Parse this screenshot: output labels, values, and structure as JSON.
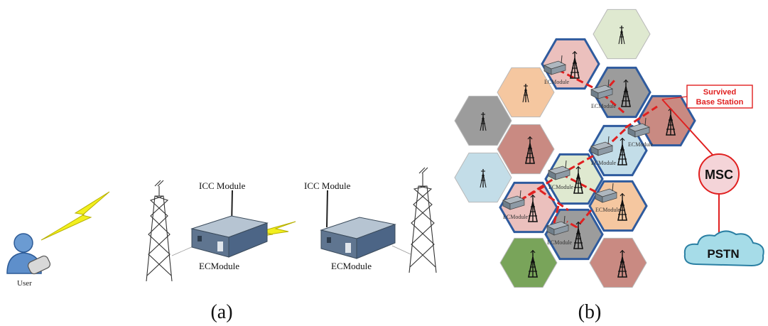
{
  "panel_a": {
    "caption": "(a)",
    "user_label": "User",
    "icc_label_1": "ICC Module",
    "icc_label_2": "ICC Module",
    "ecm_label_1": "ECModule",
    "ecm_label_2": "ECModule"
  },
  "panel_b": {
    "caption": "(b)",
    "ecm_label": "ECModule",
    "survived_line1": "Survived",
    "survived_line2": "Base Station",
    "msc_label": "MSC",
    "pstn_label": "PSTN",
    "colors": {
      "grey": "#9c9c9c",
      "peach": "#f5c7a0",
      "pink": "#ebc0bd",
      "rose": "#c98a82",
      "blue": "#c3dde8",
      "mint": "#dfe9d0",
      "green": "#79a45a",
      "cluster_border": "#2f5b9e",
      "cell_border": "#b8b8b8",
      "link": "#e02020",
      "cloud": "#a6dce8",
      "msc_fill": "#f4d4d8"
    }
  }
}
